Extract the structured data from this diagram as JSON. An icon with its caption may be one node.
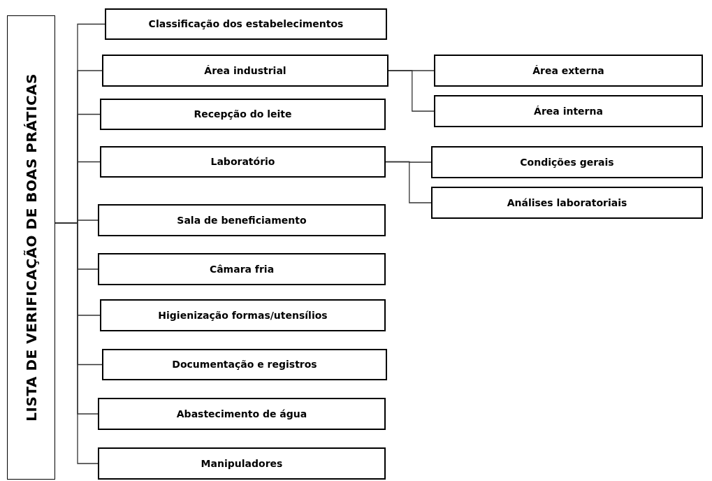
{
  "diagram": {
    "nodes": [
      {
        "text": [
          "LISTA DE VERIFICAÇÃO DE BOAS PRÁTICAS"
        ]
      },
      {
        "text": [
          "Classificação dos estabelecimentos"
        ]
      },
      {
        "text": [
          "Área industrial"
        ]
      },
      {
        "text": [
          "Recepção do leite"
        ]
      },
      {
        "text": [
          "Laboratório"
        ]
      },
      {
        "text": [
          "Sala de beneficiamento"
        ]
      },
      {
        "text": [
          "Câmara fria"
        ]
      },
      {
        "text": [
          "Higienização formas/utensílios"
        ]
      },
      {
        "text": [
          "Documentação e registros"
        ]
      },
      {
        "text": [
          "Abastecimento de água"
        ]
      },
      {
        "text": [
          "Manipuladores"
        ]
      },
      {
        "text": [
          "Área externa"
        ]
      },
      {
        "text": [
          "Área interna"
        ]
      },
      {
        "text": [
          "Condições gerais"
        ]
      },
      {
        "text": [
          "Análises laboratoriais"
        ]
      }
    ],
    "edges": [
      {
        "from": 0,
        "to": 1,
        "arrow": "none"
      },
      {
        "from": 0,
        "to": 2,
        "arrow": "none"
      },
      {
        "from": 0,
        "to": 3,
        "arrow": "none"
      },
      {
        "from": 0,
        "to": 4,
        "arrow": "none"
      },
      {
        "from": 0,
        "to": 5,
        "arrow": "none"
      },
      {
        "from": 0,
        "to": 6,
        "arrow": "none"
      },
      {
        "from": 0,
        "to": 7,
        "arrow": "none"
      },
      {
        "from": 0,
        "to": 8,
        "arrow": "none"
      },
      {
        "from": 0,
        "to": 9,
        "arrow": "none"
      },
      {
        "from": 0,
        "to": 10,
        "arrow": "none"
      },
      {
        "from": 2,
        "to": 11,
        "arrow": "none"
      },
      {
        "from": 2,
        "to": 12,
        "arrow": "none"
      },
      {
        "from": 4,
        "to": 13,
        "arrow": "none"
      },
      {
        "from": 4,
        "to": 14,
        "arrow": "none"
      }
    ]
  }
}
